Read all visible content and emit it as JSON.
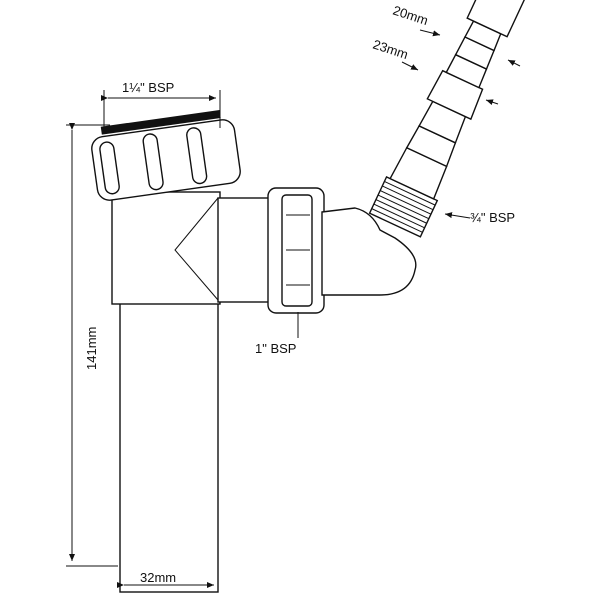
{
  "labels": {
    "top_bsp": "1¼\" BSP",
    "height_dim": "141mm",
    "width_dim": "32mm",
    "side_bsp": "1\" BSP",
    "hose_bsp": "¾\" BSP",
    "hose_small": "20mm",
    "hose_large": "23mm"
  }
}
